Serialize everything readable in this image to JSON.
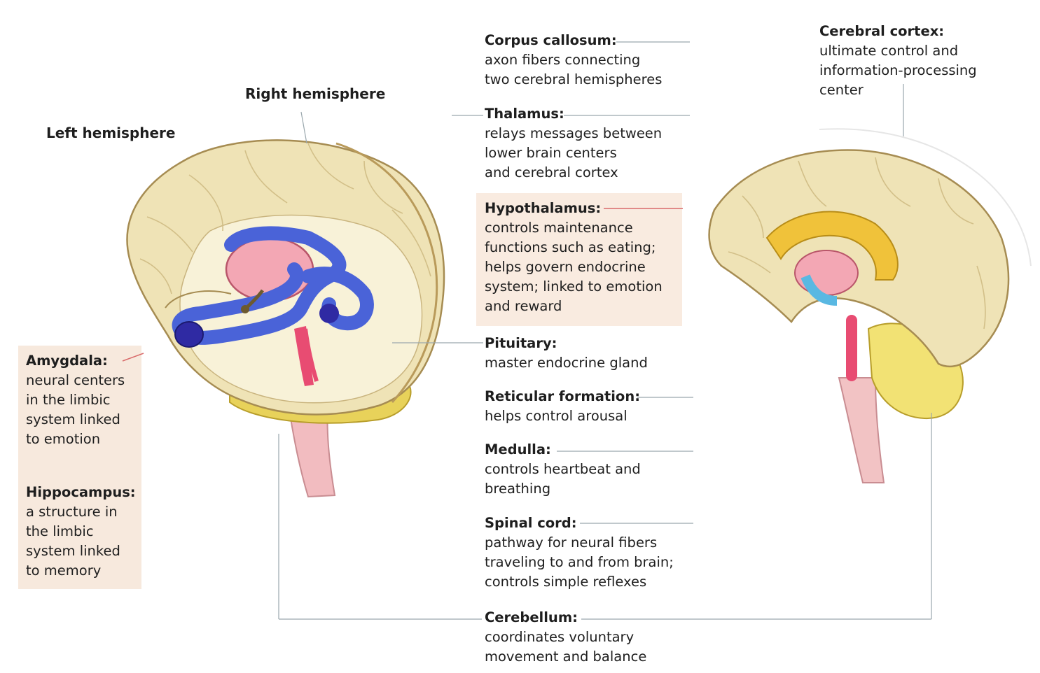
{
  "hemispheres": {
    "left": "Left hemisphere",
    "right": "Right hemisphere"
  },
  "structures": {
    "corpus_callosum": {
      "title": "Corpus callosum:",
      "lines": [
        "axon fibers connecting",
        "two cerebral hemispheres"
      ]
    },
    "thalamus": {
      "title": "Thalamus:",
      "lines": [
        "relays messages between",
        "lower brain centers",
        "and cerebral cortex"
      ]
    },
    "hypothalamus": {
      "title": "Hypothalamus:",
      "lines": [
        "controls maintenance",
        "functions such as eating;",
        "helps govern endocrine",
        "system; linked to emotion",
        "and reward"
      ]
    },
    "pituitary": {
      "title": "Pituitary:",
      "lines": [
        "master endocrine gland"
      ]
    },
    "reticular": {
      "title": "Reticular formation:",
      "lines": [
        "helps control arousal"
      ]
    },
    "medulla": {
      "title": "Medulla:",
      "lines": [
        "controls heartbeat and",
        "breathing"
      ]
    },
    "spinal_cord": {
      "title": "Spinal cord:",
      "lines": [
        "pathway for neural fibers",
        "traveling to and from brain;",
        "controls simple reflexes"
      ]
    },
    "cerebellum": {
      "title": "Cerebellum:",
      "lines": [
        "coordinates voluntary",
        "movement and balance"
      ]
    },
    "cerebral_cortex": {
      "title": "Cerebral cortex:",
      "lines": [
        "ultimate control and",
        "information-processing",
        "center"
      ]
    },
    "amygdala": {
      "title": "Amygdala:",
      "lines": [
        "neural centers",
        "in the limbic",
        "system linked",
        "to emotion"
      ]
    },
    "hippocampus": {
      "title": "Hippocampus:",
      "lines": [
        "a structure in",
        "the limbic",
        "system linked",
        "to memory"
      ]
    }
  },
  "colors": {
    "cortex": "#efe3b6",
    "cortex_shadow": "#d9c48a",
    "limbic_blue": "#4a63d8",
    "thalamus_pink": "#f3a7b4",
    "cerebellum_yellow": "#e8d25a",
    "leader_gray": "#9aa7ad",
    "leader_red": "#d96a6a",
    "panel": "#f7e9dd"
  }
}
